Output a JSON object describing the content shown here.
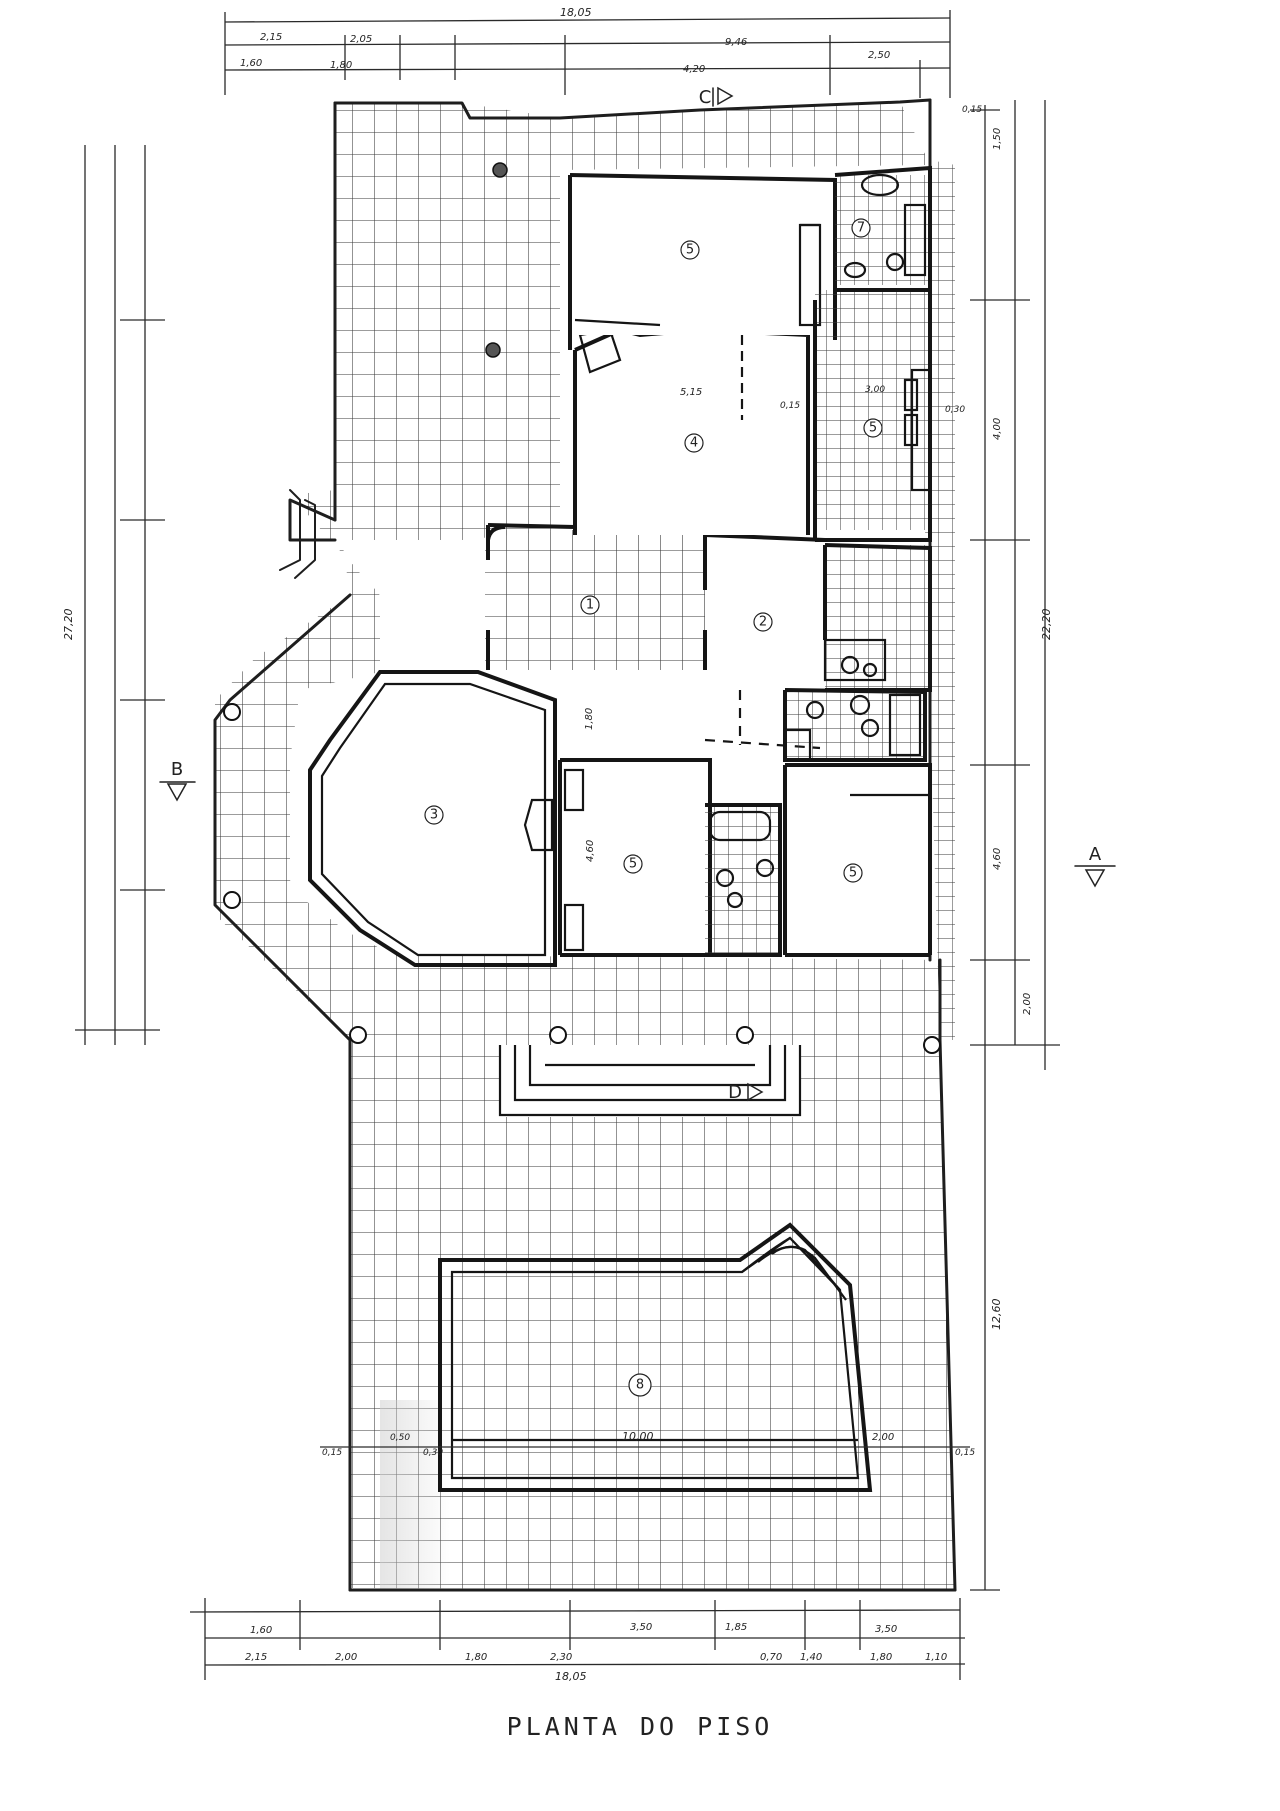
{
  "title": "PLANTA DO PISO",
  "section_marks": {
    "a": "A",
    "b": "B",
    "c": "C",
    "d": "D"
  },
  "rooms": [
    {
      "number": "1"
    },
    {
      "number": "2"
    },
    {
      "number": "3"
    },
    {
      "number": "4"
    },
    {
      "number": "5"
    },
    {
      "number": "5"
    },
    {
      "number": "5"
    },
    {
      "number": "5"
    },
    {
      "number": "7"
    },
    {
      "number": "8"
    }
  ],
  "dimensions": {
    "top_total": "18,05",
    "top_2_15": "2,15",
    "top_2_05": "2,05",
    "top_1_60": "1,60",
    "top_1_80": "1,80",
    "top_9_46": "9,46",
    "top_2_50": "2,50",
    "top_4_20": "4,20",
    "bottom_total": "18,05",
    "bottom_2_15": "2,15",
    "bottom_2_00": "2,00",
    "bottom_1_60": "1,60",
    "bottom_3_50a": "3,50",
    "bottom_3_50b": "3,50",
    "bottom_1_85": "1,85",
    "bottom_1_80a": "1,80",
    "bottom_1_80b": "1,80",
    "bottom_1_10": "1,10",
    "bottom_2_30": "2,30",
    "bottom_0_70": "0,70",
    "bottom_1_40": "1,40",
    "left_total": "27,20",
    "right_total": "22,20",
    "right_12_60": "12,60",
    "right_4_00": "4,00",
    "right_4_60": "4,60",
    "right_2_00": "2,00",
    "right_1_50": "1,50",
    "right_0_15": "0,15",
    "pool_10_00": "10,00",
    "pool_2_00": "2,00",
    "pool_0_15a": "0,15",
    "pool_0_15b": "0,15",
    "pool_0_50": "0,50",
    "pool_0_30": "0,30",
    "room4_5_15": "5,15",
    "room4_0_15": "0,15",
    "room5_4_60": "4,60",
    "room3_1_80": "1,80",
    "kitchen_3_00": "3,00",
    "kitchen_0_30": "0,30"
  }
}
